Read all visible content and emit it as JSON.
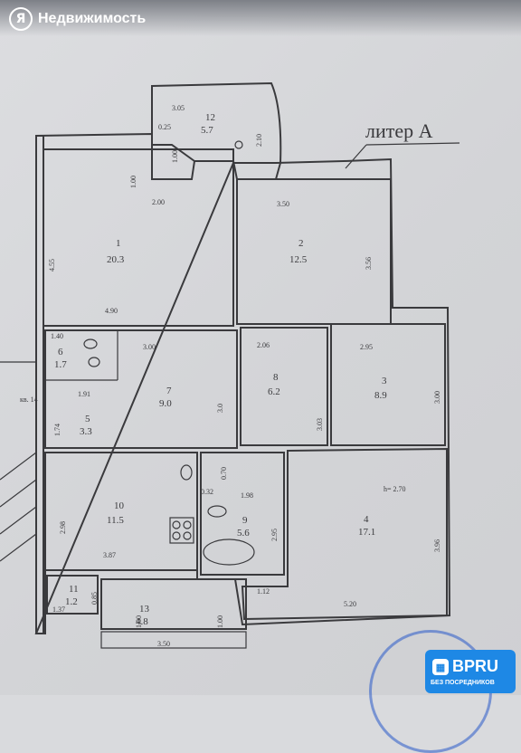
{
  "header": {
    "brand_logo_letter": "Я",
    "brand_name": "Недвижимость"
  },
  "plan": {
    "litera": "литер А",
    "neighbor_label": "кв. 14",
    "rooms": [
      {
        "no": "1",
        "area": "20.3"
      },
      {
        "no": "2",
        "area": "12.5"
      },
      {
        "no": "3",
        "area": "8.9"
      },
      {
        "no": "4",
        "area": "17.1"
      },
      {
        "no": "5",
        "area": "3.3"
      },
      {
        "no": "6",
        "area": "1.7"
      },
      {
        "no": "7",
        "area": "9.0"
      },
      {
        "no": "8",
        "area": "6.2"
      },
      {
        "no": "9",
        "area": "5.6"
      },
      {
        "no": "10",
        "area": "11.5"
      },
      {
        "no": "11",
        "area": "1.2"
      },
      {
        "no": "12",
        "area": "5.7"
      },
      {
        "no": "13",
        "area": "4.8"
      }
    ],
    "height_label": "h= 2.70",
    "dimensions": [
      "3.05",
      "0.25",
      "2.10",
      "1.00",
      "2.00",
      "3.50",
      "4.55",
      "3.56",
      "4.90",
      "1.40",
      "3.00",
      "2.06",
      "2.95",
      "1.91",
      "3.0",
      "3.00",
      "1.74",
      "3.03",
      "0.70",
      "0.32",
      "1.98",
      "2.98",
      "2.95",
      "3.87",
      "3.96",
      "0.85",
      "1.12",
      "5.20",
      "1.37",
      "1.00",
      "1.00",
      "3.50"
    ]
  },
  "badge": {
    "brand": "BPRU",
    "sub": "БЕЗ ПОСРЕДНИКОВ"
  },
  "colors": {
    "stamp": "#2a5ac8",
    "badge": "#1e88e5",
    "ink": "#3a3a3d"
  }
}
